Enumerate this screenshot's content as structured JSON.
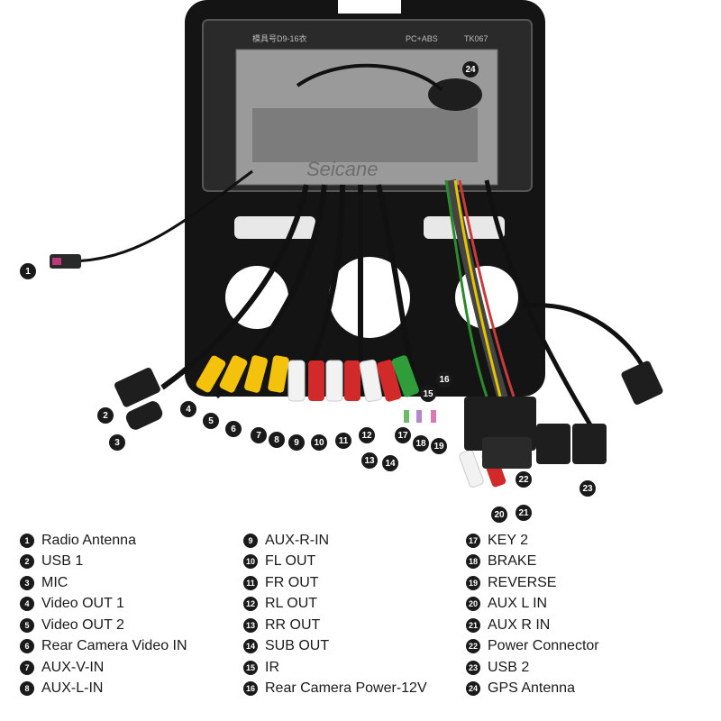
{
  "watermark": "Seicane",
  "label_text": {
    "mold": "模具号D9-16衣",
    "material": "PC+ABS",
    "part": "TK067"
  },
  "legend": {
    "columns": [
      [
        {
          "n": "1",
          "label": "Radio Antenna"
        },
        {
          "n": "2",
          "label": "USB 1"
        },
        {
          "n": "3",
          "label": "MIC"
        },
        {
          "n": "4",
          "label": "Video OUT 1"
        },
        {
          "n": "5",
          "label": "Video OUT 2"
        },
        {
          "n": "6",
          "label": "Rear Camera Video IN"
        },
        {
          "n": "7",
          "label": "AUX-V-IN"
        },
        {
          "n": "8",
          "label": "AUX-L-IN"
        }
      ],
      [
        {
          "n": "9",
          "label": "AUX-R-IN"
        },
        {
          "n": "10",
          "label": "FL OUT"
        },
        {
          "n": "11",
          "label": "FR OUT"
        },
        {
          "n": "12",
          "label": "RL OUT"
        },
        {
          "n": "13",
          "label": "RR OUT"
        },
        {
          "n": "14",
          "label": "SUB OUT"
        },
        {
          "n": "15",
          "label": "IR"
        },
        {
          "n": "16",
          "label": "Rear Camera Power-12V"
        }
      ],
      [
        {
          "n": "17",
          "label": "KEY 2"
        },
        {
          "n": "18",
          "label": "BRAKE"
        },
        {
          "n": "19",
          "label": "REVERSE"
        },
        {
          "n": "20",
          "label": "AUX L IN"
        },
        {
          "n": "21",
          "label": "AUX R IN"
        },
        {
          "n": "22",
          "label": "Power Connector"
        },
        {
          "n": "23",
          "label": "USB 2"
        },
        {
          "n": "24",
          "label": "GPS Antenna"
        }
      ]
    ]
  },
  "callouts": [
    "1",
    "2",
    "3",
    "4",
    "5",
    "6",
    "7",
    "8",
    "9",
    "10",
    "11",
    "12",
    "13",
    "14",
    "15",
    "16",
    "17",
    "18",
    "19",
    "20",
    "21",
    "22",
    "23",
    "24"
  ]
}
